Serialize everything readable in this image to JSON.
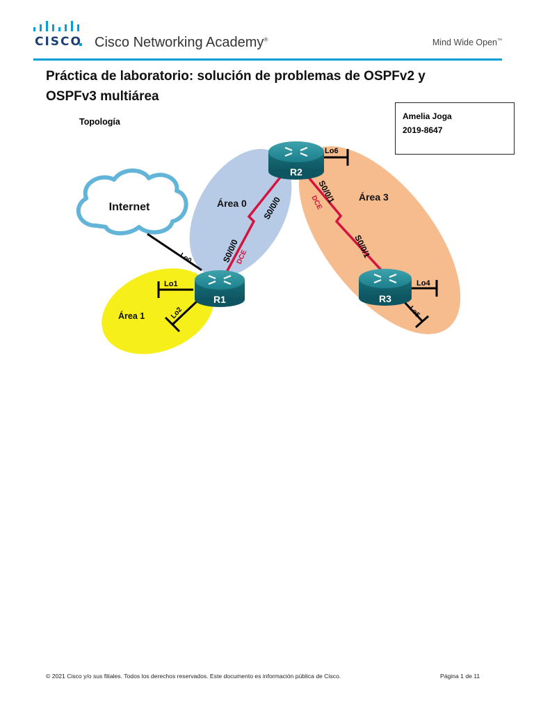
{
  "header": {
    "brand": "CISCO",
    "academy": "Cisco Networking Academy",
    "trademark": "®",
    "tagline": "Mind Wide Open",
    "tagline_tm": "™",
    "colors": {
      "brand_blue": "#049fd9",
      "brand_navy": "#1b3f73"
    }
  },
  "document": {
    "title_line1": "Práctica de laboratorio: solución de problemas de OSPFv2 y",
    "title_line2": "OSPFv3 multiárea",
    "author_name": "Amelia Joga",
    "author_id": "2019-8647",
    "section": "Topología"
  },
  "topology": {
    "cloud_label": "Internet",
    "areas": [
      {
        "label": "Área 0",
        "color": "#b7cbe6"
      },
      {
        "label": "Área 1",
        "color": "#f7ef1a"
      },
      {
        "label": "Área 3",
        "color": "#f6bc8e"
      }
    ],
    "routers": [
      "R1",
      "R2",
      "R3"
    ],
    "loopbacks": [
      "Lo0",
      "Lo1",
      "Lo2",
      "Lo4",
      "Lo5",
      "Lo6"
    ],
    "links": {
      "r1_r2_r1side": "S0/0/0",
      "r1_r2_r2side": "S0/0/0",
      "r2_r3_r2side": "S0/0/1",
      "r2_r3_r3side": "S0/0/1",
      "dce": "DCE"
    },
    "colors": {
      "serial": "#d4143f",
      "router_body": "#1b7f8c",
      "dce": "#d4143f"
    }
  },
  "footer": {
    "copyright": "© 2021 Cisco y/o sus filiales. Todos los derechos reservados. Este documento es información pública de Cisco.",
    "page": "Página 1 de 11"
  }
}
